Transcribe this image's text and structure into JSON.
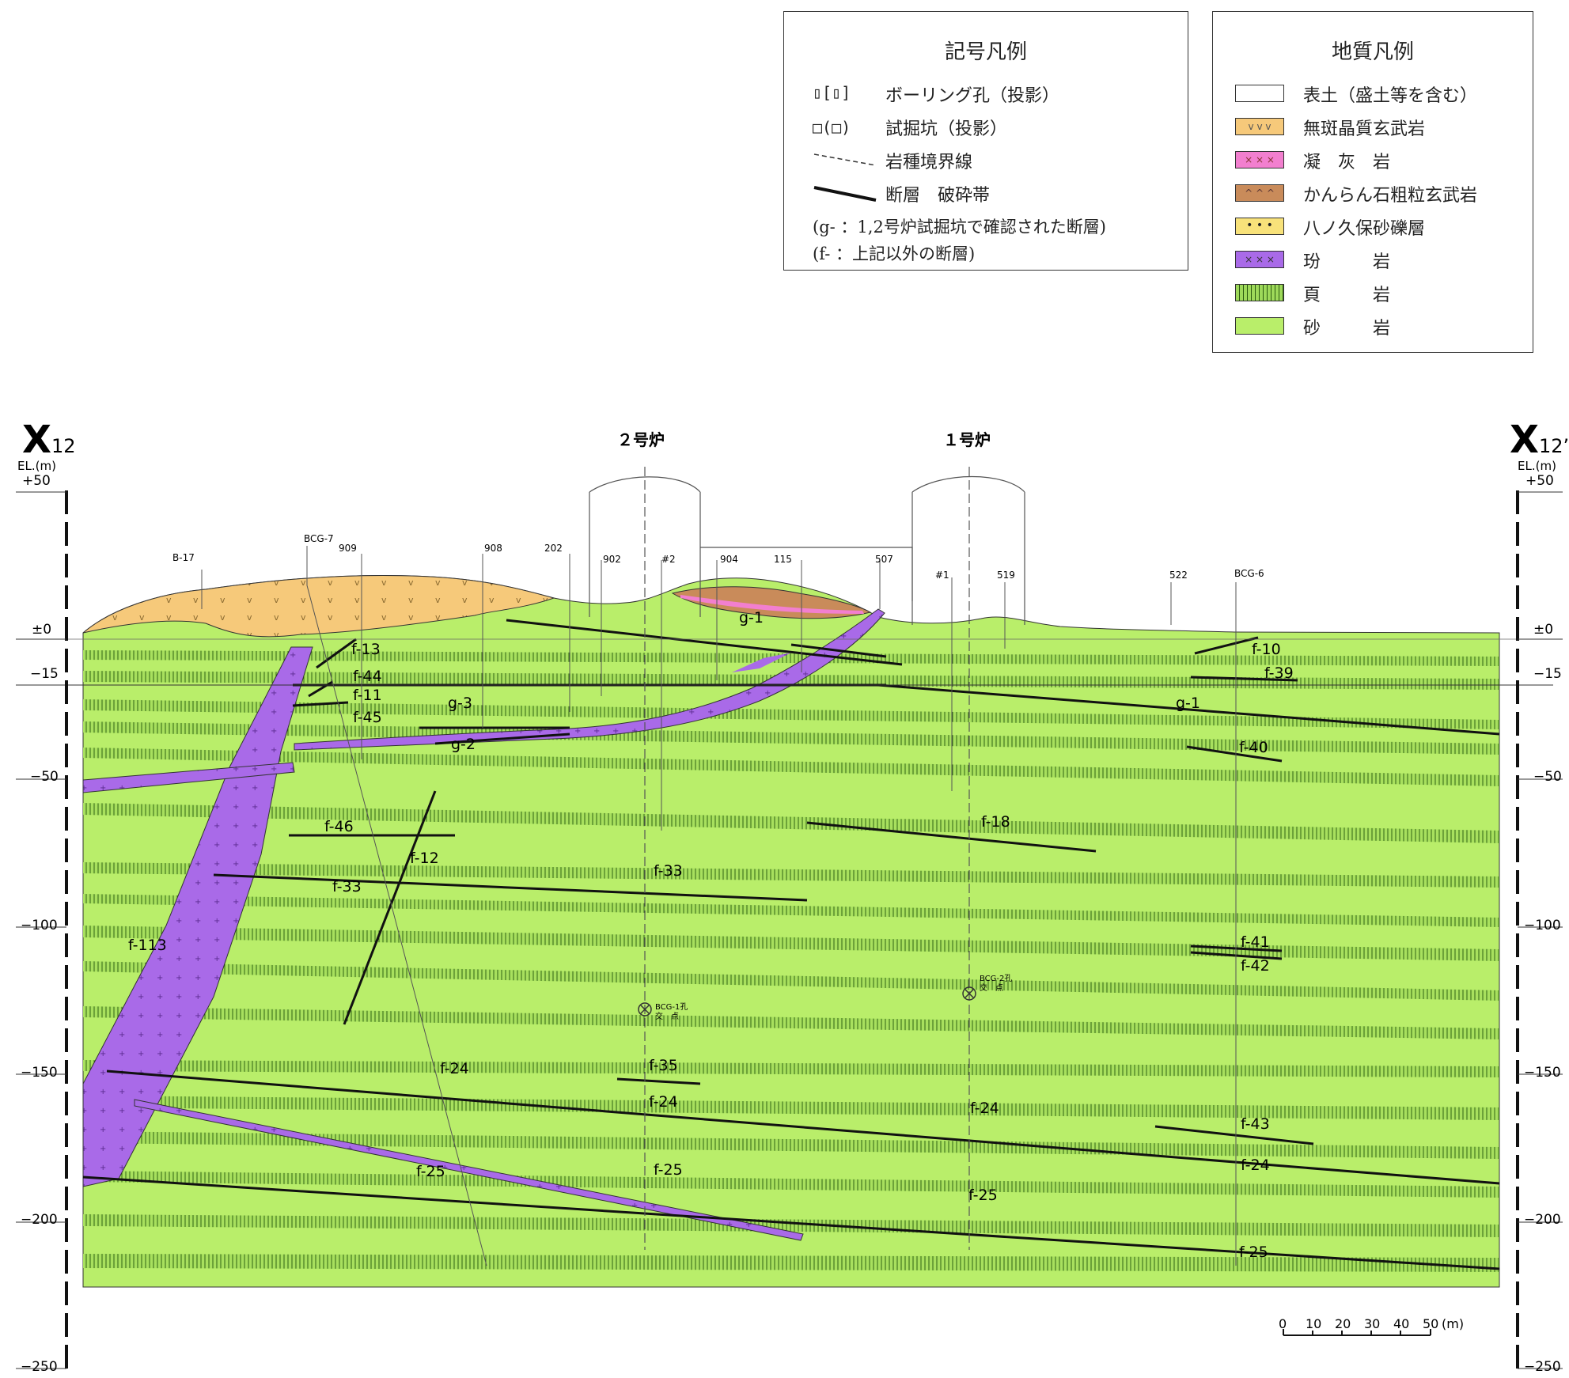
{
  "symbol_legend": {
    "title": "記号凡例",
    "rows": [
      {
        "symbol": "▯[▯]",
        "label": "ボーリング孔（投影）"
      },
      {
        "symbol": "□(□)",
        "label": "試掘坑（投影）"
      },
      {
        "symbol": "",
        "label": "岩種境界線"
      },
      {
        "symbol": "",
        "label": "断層　破砕帯"
      },
      {
        "symbol": "",
        "label": "(g- ：1,2号炉試掘坑で確認された断層)"
      },
      {
        "symbol": "",
        "label": "(f- ：上記以外の断層)"
      }
    ]
  },
  "geology_legend": {
    "title": "地質凡例",
    "rows": [
      {
        "label": "表土（盛土等を含む）",
        "color": "#ffffff"
      },
      {
        "label": "無斑晶質玄武岩",
        "color": "#f6c97a"
      },
      {
        "label": "凝　灰　岩",
        "color": "#f27fcf"
      },
      {
        "label": "かんらん石粗粒玄武岩",
        "color": "#c98b5a"
      },
      {
        "label": "八ノ久保砂礫層",
        "color": "#f8e27a"
      },
      {
        "label": "玢　　　岩",
        "color": "#a96ae8"
      },
      {
        "label": "頁　　　岩",
        "color": "#9ed95a"
      },
      {
        "label": "砂　　　岩",
        "color": "#b9ee6a"
      }
    ]
  },
  "section": {
    "left_label": "X",
    "left_sub": "12",
    "right_label": "X",
    "right_sub": "12’",
    "elev_label": "EL.(m)",
    "reactors": [
      "２号炉",
      "１号炉"
    ],
    "elevation_ticks": [
      "+50",
      "±0",
      "−15",
      "−50",
      "−100",
      "−150",
      "−200",
      "−250"
    ],
    "boreholes": [
      "B-17",
      "BCG-7",
      "909",
      "908",
      "202",
      "902",
      "#2",
      "904",
      "115",
      "507",
      "#1",
      "519",
      "522",
      "BCG-6"
    ],
    "intersections": [
      {
        "l1": "BCG-1孔",
        "l2": "交　点"
      },
      {
        "l1": "BCG-2孔",
        "l2": "交　点"
      }
    ],
    "faults": [
      "f-13",
      "f-44",
      "f-11",
      "f-45",
      "g-3",
      "g-2",
      "g-1",
      "f-10",
      "f-39",
      "g-1",
      "f-40",
      "f-46",
      "f-12",
      "f-33",
      "f-18",
      "f-33",
      "f-113",
      "f-41",
      "f-42",
      "f-24",
      "f-35",
      "f-24",
      "f-24",
      "f-43",
      "f-24",
      "f-25",
      "f-25",
      "f-25",
      "f-25"
    ],
    "scale_labels": [
      "0",
      "10",
      "20",
      "30",
      "40",
      "50",
      "(m)"
    ]
  },
  "colors": {
    "sandstone": "#b9ee6a",
    "basalt": "#f6c97a",
    "porphyrite": "#a96ae8",
    "fault": "#111111"
  }
}
